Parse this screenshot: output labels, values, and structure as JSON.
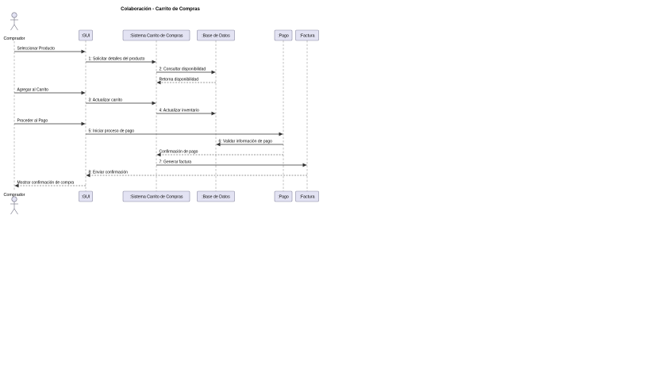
{
  "title": "Colaboración - Carrito de Compras",
  "actor": {
    "label": "Comprador"
  },
  "participants": [
    {
      "id": "gui",
      "label": ":GUI"
    },
    {
      "id": "sistema",
      "label": ":Sistema Carrito de Compras"
    },
    {
      "id": "bd",
      "label": ":Base de Datos"
    },
    {
      "id": "pago",
      "label": ":Pago"
    },
    {
      "id": "factura",
      "label": ":Factura"
    }
  ],
  "messages": [
    {
      "from": "comprador",
      "to": "gui",
      "label": "Seleccionar Producto",
      "style": "solid"
    },
    {
      "from": "gui",
      "to": "sistema",
      "label": "1: Solicitar detalles del producto",
      "style": "solid"
    },
    {
      "from": "sistema",
      "to": "bd",
      "label": "2: Consultar disponibilidad",
      "style": "solid"
    },
    {
      "from": "bd",
      "to": "sistema",
      "label": "Retorna disponibilidad",
      "style": "dashed"
    },
    {
      "from": "comprador",
      "to": "gui",
      "label": "Agregar al Carrito",
      "style": "solid"
    },
    {
      "from": "gui",
      "to": "sistema",
      "label": "3: Actualizar carrito",
      "style": "solid"
    },
    {
      "from": "sistema",
      "to": "bd",
      "label": "4: Actualizar inventario",
      "style": "solid"
    },
    {
      "from": "comprador",
      "to": "gui",
      "label": "Proceder al Pago",
      "style": "solid"
    },
    {
      "from": "gui",
      "to": "pago",
      "label": "5: Iniciar proceso de pago",
      "style": "solid"
    },
    {
      "from": "pago",
      "to": "bd",
      "label": "6: Validar información de pago",
      "style": "solid"
    },
    {
      "from": "pago",
      "to": "sistema",
      "label": "Confirmación de pago",
      "style": "dashed"
    },
    {
      "from": "sistema",
      "to": "factura",
      "label": "7: Generar factura",
      "style": "solid"
    },
    {
      "from": "factura",
      "to": "gui",
      "label": "8: Enviar confirmación",
      "style": "dashed"
    },
    {
      "from": "gui",
      "to": "comprador",
      "label": "Mostrar confirmación de compra",
      "style": "dashed"
    }
  ]
}
